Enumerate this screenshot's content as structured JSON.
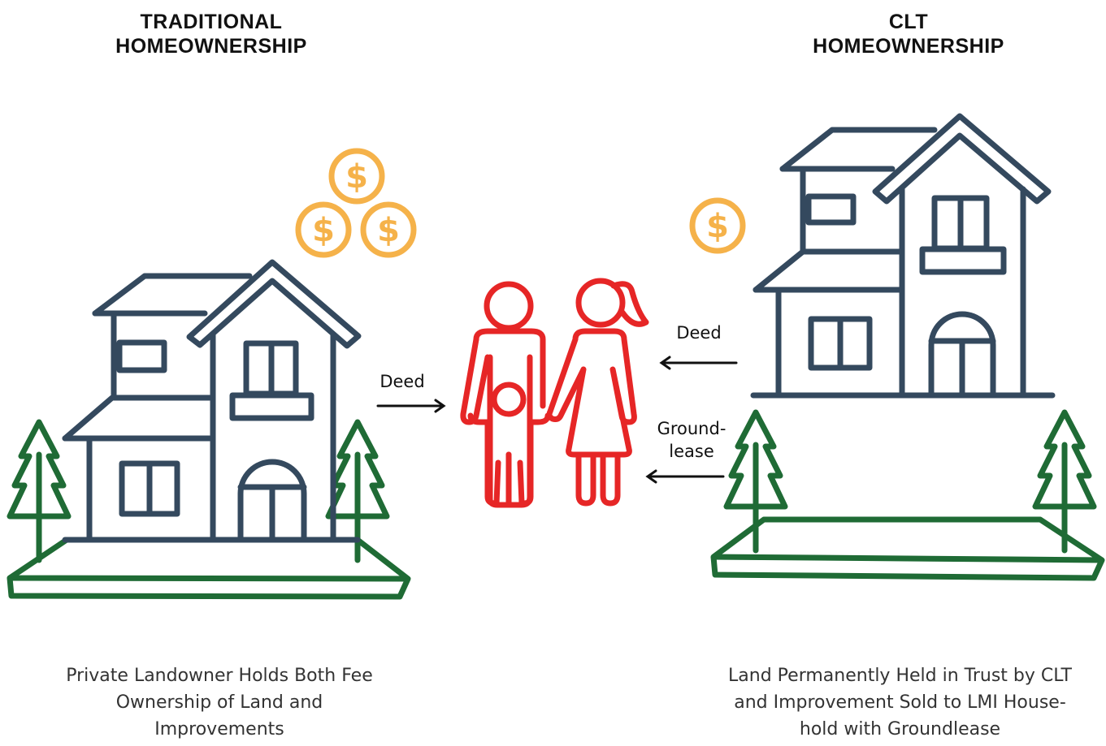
{
  "titles": {
    "left_line1": "TRADITIONAL",
    "left_line2": "HOMEOWNERSHIP",
    "right_line1": "CLT",
    "right_line2": "HOMEOWNERSHIP"
  },
  "flow_labels": {
    "left_deed": "Deed",
    "right_deed": "Deed",
    "groundlease_line1": "Ground-",
    "groundlease_line2": "lease"
  },
  "captions": {
    "left_line1": "Private Landowner Holds Both Fee",
    "left_line2": "Ownership of Land and",
    "left_line3": "Improvements",
    "right_line1": "Land Permanently Held in Trust by CLT",
    "right_line2": "and Improvement Sold to LMI House-",
    "right_line3": "hold with Groundlease"
  },
  "coins": {
    "left_count": 3,
    "right_count": 1,
    "symbol": "$"
  },
  "colors": {
    "house": "#34495e",
    "tree_land": "#1f6b35",
    "family": "#e62626",
    "coin": "#f5b24a",
    "arrow": "#111111",
    "text": "#111111"
  },
  "icons": [
    "house-icon",
    "tree-icon",
    "land-parcel-icon",
    "coin-icon",
    "family-icon",
    "arrow-icon"
  ]
}
